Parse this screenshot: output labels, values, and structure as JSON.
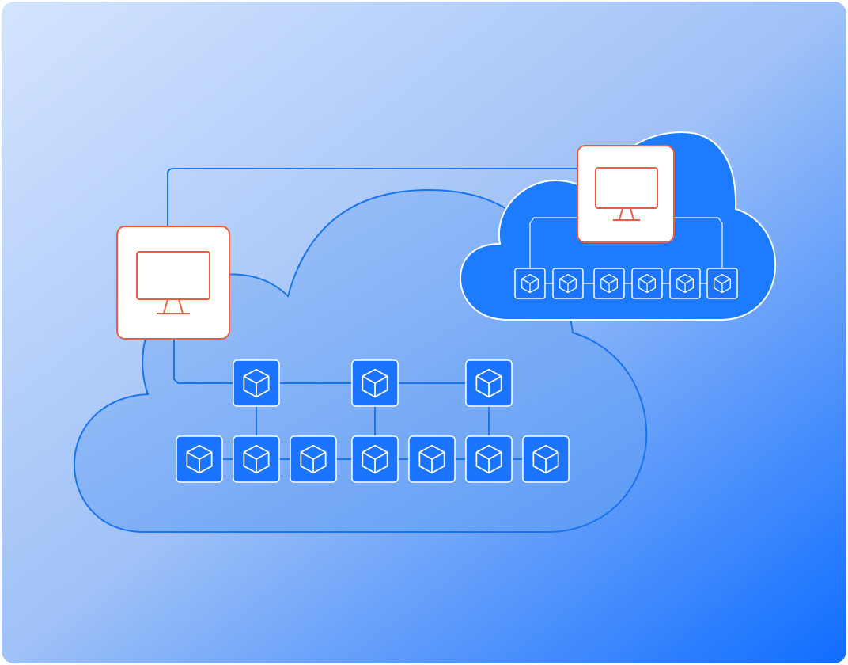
{
  "colors": {
    "gradient_start": "#d4e4ff",
    "gradient_mid": "#9fc1f7",
    "gradient_end": "#0f6dff",
    "cloud_stroke": "#1a74f0",
    "cloud_fill_large": "#8cb5f5",
    "cloud_fill_small": "#1d7bff",
    "node_fill": "#1a74ff",
    "node_stroke": "#ffffff",
    "monitor_accent": "#ef5a43",
    "monitor_card": "#ffffff",
    "connector": "#1a74f0",
    "connector_light": "#cfe0ff"
  },
  "icons": {
    "monitor": "monitor-icon",
    "cube": "cube-icon",
    "cloud": "cloud-shape"
  },
  "diagram": {
    "large_cloud": {
      "monitor_count": 1,
      "top_row_nodes": 3,
      "bottom_row_nodes": 7
    },
    "small_cloud": {
      "monitor_count": 1,
      "row_nodes": 6
    }
  }
}
